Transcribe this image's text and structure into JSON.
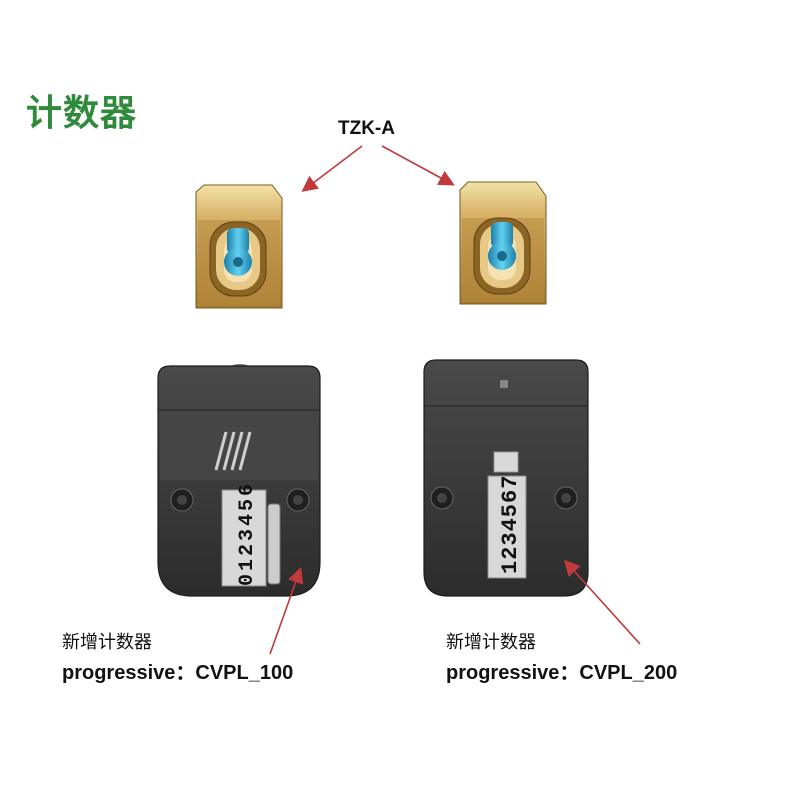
{
  "title": "计数器",
  "top_label": "TZK-A",
  "counters": [
    {
      "caption_cn": "新增计数器",
      "caption_model": "progressive：CVPL_100",
      "display_digits": "0123456"
    },
    {
      "caption_cn": "新增计数器",
      "caption_model": "progressive：CVPL_200",
      "display_digits": "1234567"
    }
  ],
  "colors": {
    "title": "#2f8a3c",
    "arrow": "#c0393b",
    "brass": "#c8a14d",
    "screw": "#3ab0d8",
    "counter_body": "#3a3a3a"
  }
}
